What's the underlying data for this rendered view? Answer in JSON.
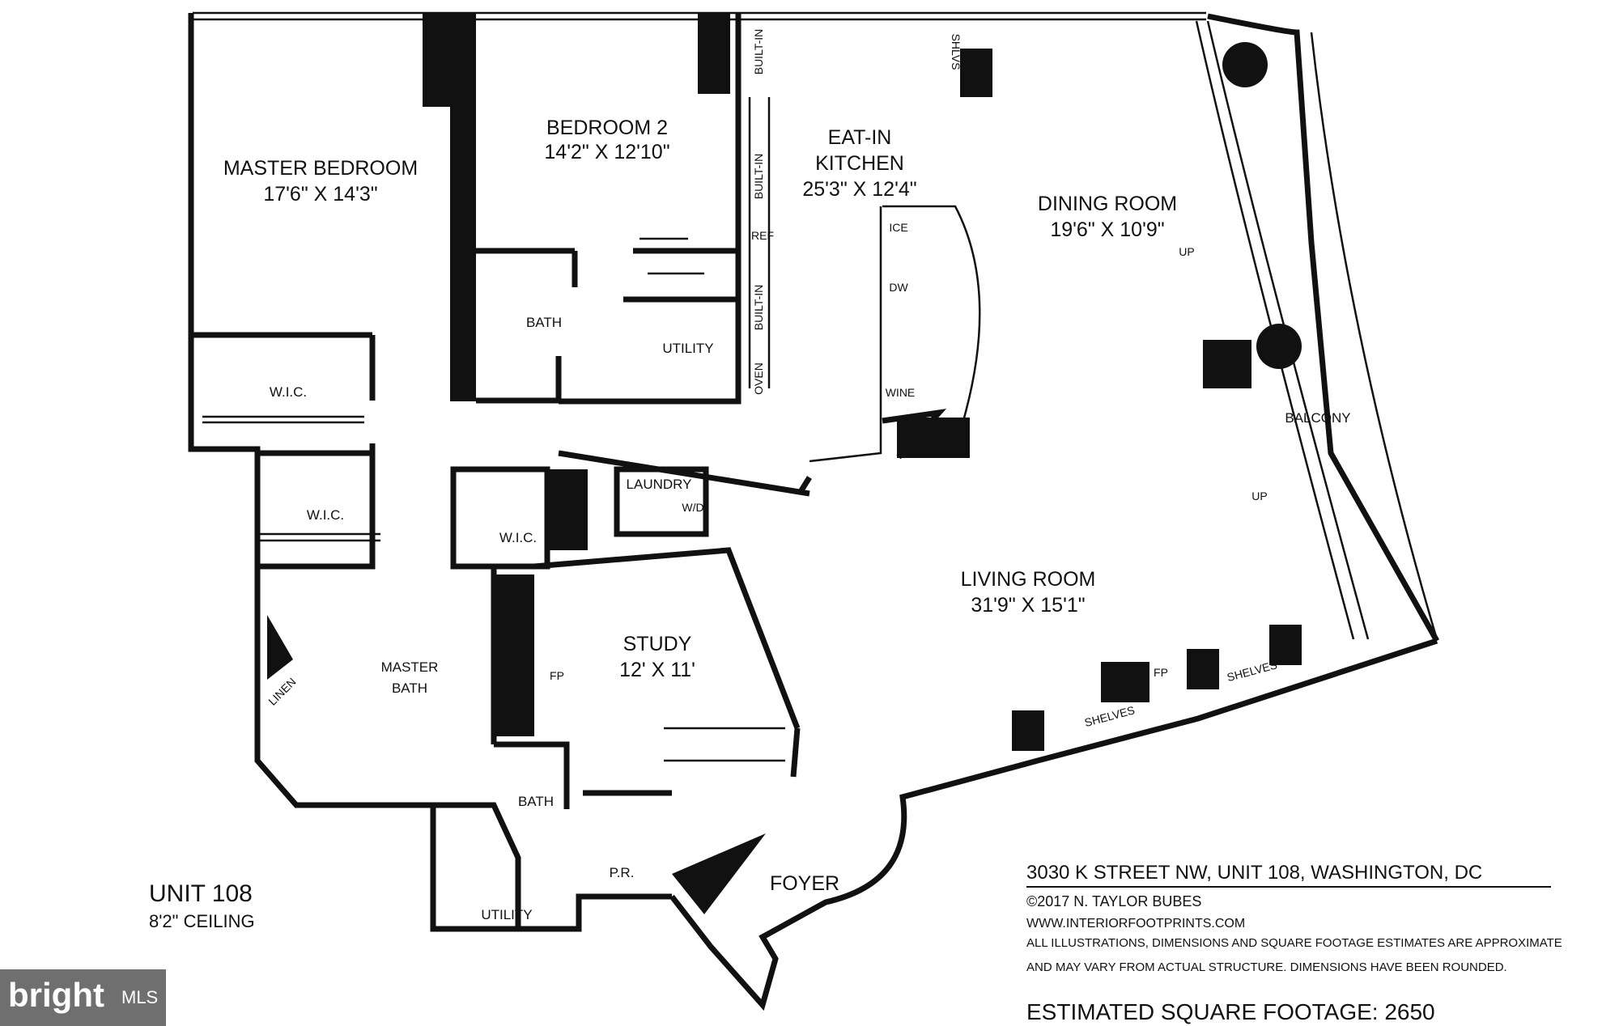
{
  "rooms": {
    "master_bedroom": {
      "name": "MASTER BEDROOM",
      "dims": "17'6\" X 14'3\""
    },
    "bedroom2": {
      "name": "BEDROOM 2",
      "dims": "14'2\" X 12'10\""
    },
    "kitchen": {
      "name1": "EAT-IN",
      "name2": "KITCHEN",
      "dims": "25'3\" X 12'4\""
    },
    "dining": {
      "name": "DINING ROOM",
      "dims": "19'6\" X 10'9\""
    },
    "living": {
      "name": "LIVING ROOM",
      "dims": "31'9\" X 15'1\""
    },
    "study": {
      "name": "STUDY",
      "dims": "12' X 11'"
    },
    "master_bath": {
      "name1": "MASTER",
      "name2": "BATH"
    },
    "foyer": {
      "name": "FOYER"
    },
    "balcony": {
      "name": "BALCONY"
    }
  },
  "small_labels": {
    "bath": "BATH",
    "bath2": "BATH",
    "utility": "UTILITY",
    "utility2": "UTILITY",
    "wic": "W.I.C.",
    "laundry": "LAUNDRY",
    "wd": "W/D",
    "pr": "P.R.",
    "linen": "LINEN",
    "fp": "FP",
    "shelves": "SHELVES",
    "built_in": "BUILT-IN",
    "oven": "OVEN",
    "ref": "REF",
    "ice": "ICE",
    "dw": "DW",
    "wine": "WINE",
    "shlvs": "SHLVS",
    "up": "UP"
  },
  "unit": {
    "title": "UNIT 108",
    "ceiling": "8'2\" CEILING"
  },
  "info": {
    "address": "3030 K STREET NW, UNIT 108, WASHINGTON, DC",
    "copyright": "©2017 N. TAYLOR BUBES",
    "website": "WWW.INTERIORFOOTPRINTS.COM",
    "disclaimer1": "ALL ILLUSTRATIONS, DIMENSIONS AND SQUARE FOOTAGE ESTIMATES ARE APPROXIMATE",
    "disclaimer2": "AND MAY VARY FROM ACTUAL STRUCTURE. DIMENSIONS HAVE BEEN ROUNDED.",
    "sqft": "ESTIMATED SQUARE FOOTAGE: 2650"
  },
  "logo": {
    "brand": "bright",
    "suffix": "MLS"
  }
}
